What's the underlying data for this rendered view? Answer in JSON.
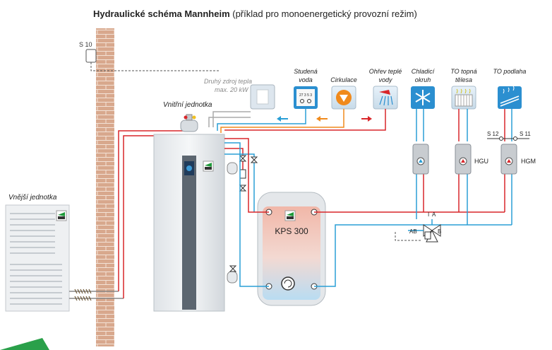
{
  "title": {
    "bold": "Hydraulické schéma Mannheim",
    "rest": " (příklad pro monoenergetický provozní režim)"
  },
  "labels": {
    "sensor_s10": "S 10",
    "second_source_line1": "Druhý zdroj tepla",
    "second_source_line2": "max. 20 kW",
    "indoor_unit": "Vnitřní jednotka",
    "outdoor_unit": "Vnější jednotka",
    "cold_water_line1": "Studená",
    "cold_water_line2": "voda",
    "circulation": "Cirkulace",
    "hot_water_line1": "Ohřev teplé",
    "hot_water_line2": "vody",
    "cooling_line1": "Chladicí",
    "cooling_line2": "okruh",
    "radiators_line1": "TO topná",
    "radiators_line2": "tělesa",
    "floor_heating": "TO podlaha",
    "sensor_s12": "S 12",
    "sensor_s11": "S 11",
    "hgu": "HGU",
    "hgm": "HGM",
    "tank": "KPS 300",
    "valve_a": "A",
    "valve_ab": "AB",
    "valve_b": "B",
    "valve_i": "I"
  },
  "colors": {
    "hot_pipe": "#d9262a",
    "cold_pipe": "#2a9fd6",
    "orange_pipe": "#f08a1c",
    "gray_pipe": "#808080",
    "brick": "#d4a085",
    "unit_body": "#e9ecef",
    "icon_bg": "#2b8fd0",
    "text_gray": "#8a8a8a"
  },
  "icons": [
    "sensor-icon",
    "boiler-icon",
    "water-meter-icon",
    "circulation-pump-icon",
    "shower-icon",
    "snowflake-icon",
    "radiator-icon",
    "floor-heating-icon",
    "manufacturer-logo-icon",
    "three-way-valve-icon"
  ]
}
